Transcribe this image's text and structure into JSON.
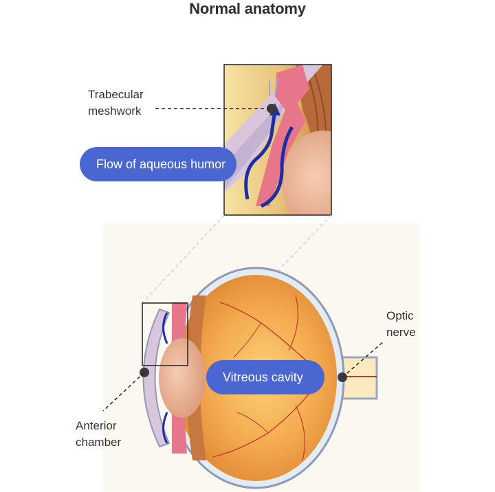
{
  "title": "Normal anatomy",
  "labels": {
    "trabecular": [
      "Trabecular",
      "meshwork"
    ],
    "flow": "Flow of aqueous humor",
    "optic": [
      "Optic",
      "nerve"
    ],
    "vitreous": "Vitreous cavity",
    "anterior": [
      "Anterior",
      "chamber"
    ]
  },
  "colors": {
    "accent": "#4a66d0",
    "iris": "#e8768a",
    "lens": "#e7a986",
    "retina": "#f0a54f",
    "flow_arrow": "#1d2fa0"
  }
}
